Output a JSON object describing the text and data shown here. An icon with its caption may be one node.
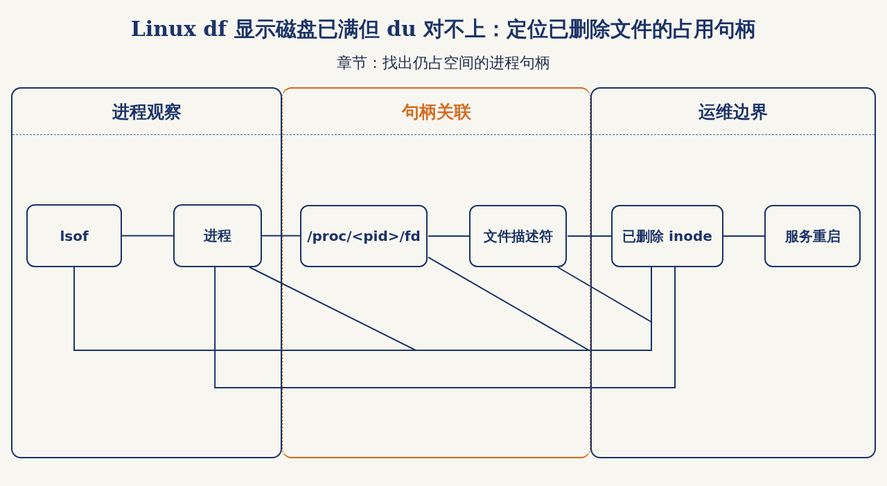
{
  "diagram": {
    "title": "Linux df 显示磁盘已满但 du 对不上：定位已删除文件的占用句柄",
    "nodes": [
      {
        "text": [
          "进程观察"
        ]
      },
      {
        "text": [
          "lsof"
        ],
        "in": 0
      },
      {
        "text": [
          "进程"
        ],
        "in": 0
      },
      {
        "text": [
          "句柄关联"
        ]
      },
      {
        "text": [
          "/proc/<pid>/fd"
        ],
        "in": 3
      },
      {
        "text": [
          "文件描述符"
        ],
        "in": 3
      },
      {
        "text": [
          "运维边界"
        ]
      },
      {
        "text": [
          "已删除 inode"
        ],
        "in": 6
      },
      {
        "text": [
          "服务重启"
        ],
        "in": 6
      }
    ],
    "edges": [
      {
        "from": 1,
        "to": 2,
        "arrow": "none"
      },
      {
        "from": 2,
        "to": 4,
        "arrow": "none"
      },
      {
        "from": 4,
        "to": 5,
        "arrow": "none"
      },
      {
        "from": 5,
        "to": 7,
        "arrow": "none"
      },
      {
        "from": 7,
        "to": 8,
        "arrow": "none"
      },
      {
        "from": 1,
        "to": 7,
        "arrow": "none"
      },
      {
        "from": 2,
        "to": 7,
        "arrow": "none"
      },
      {
        "from": 4,
        "to": 7,
        "arrow": "none"
      },
      {
        "from": 5,
        "to": 7,
        "arrow": "none"
      },
      {
        "from": 2,
        "to": 7,
        "arrow": "none"
      }
    ],
    "labels": [
      "章节：找出仍占空间的进程句柄"
    ]
  }
}
